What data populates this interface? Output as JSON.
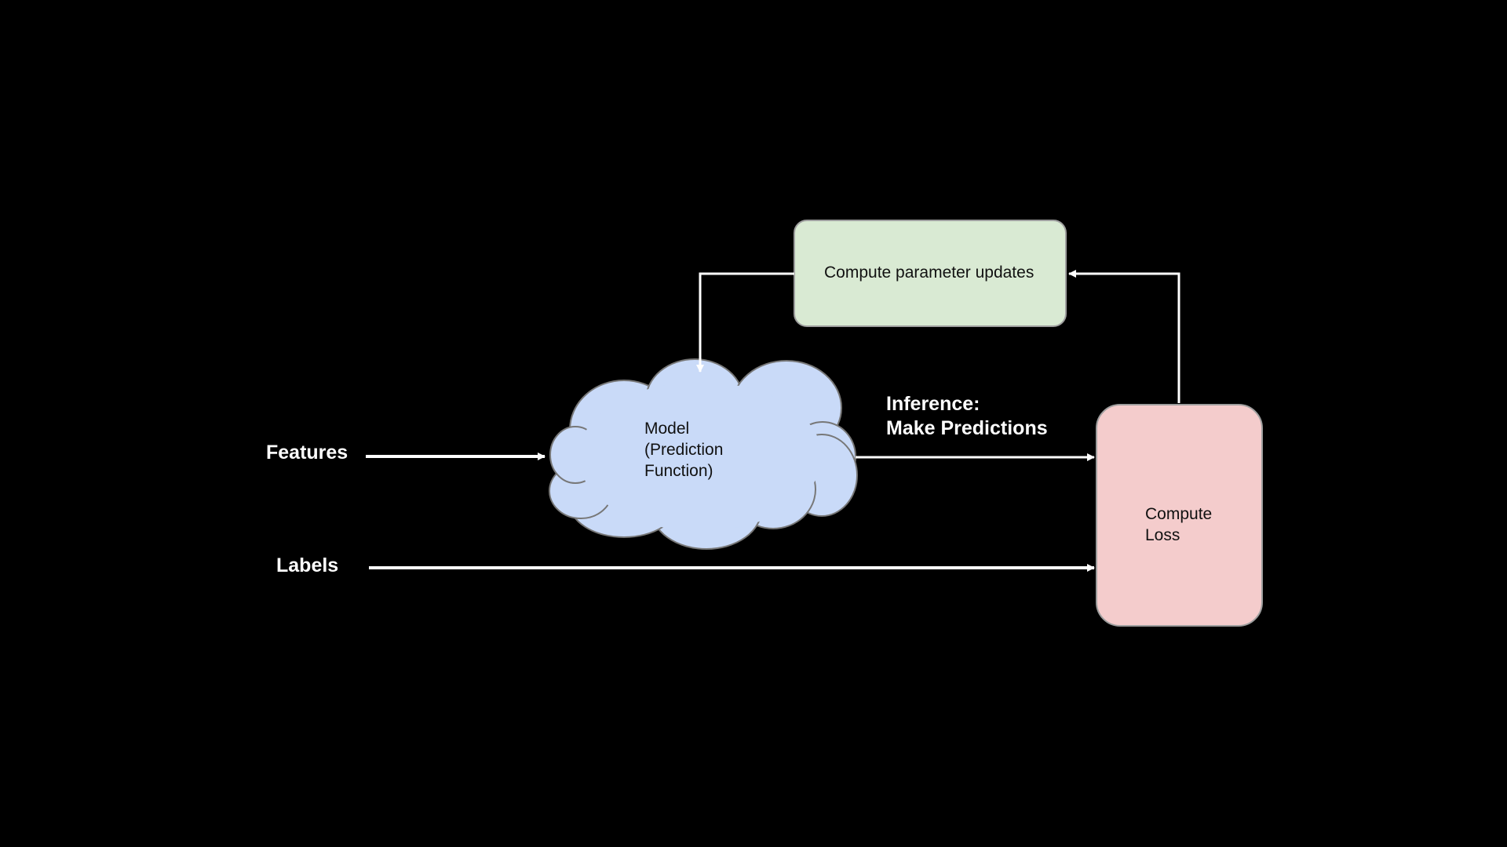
{
  "labels": {
    "features": "Features",
    "labels": "Labels",
    "inference_line1": "Inference:",
    "inference_line2": "Make Predictions"
  },
  "nodes": {
    "model": {
      "line1": "Model",
      "line2": "(Prediction",
      "line3": "Function)",
      "fill": "#c9daf8"
    },
    "update": {
      "text": "Compute parameter updates",
      "fill": "#d9ead3"
    },
    "loss": {
      "line1": "Compute",
      "line2": "Loss",
      "fill": "#f4cccc"
    }
  },
  "colors": {
    "background": "#000000",
    "arrows": "#ffffff"
  }
}
